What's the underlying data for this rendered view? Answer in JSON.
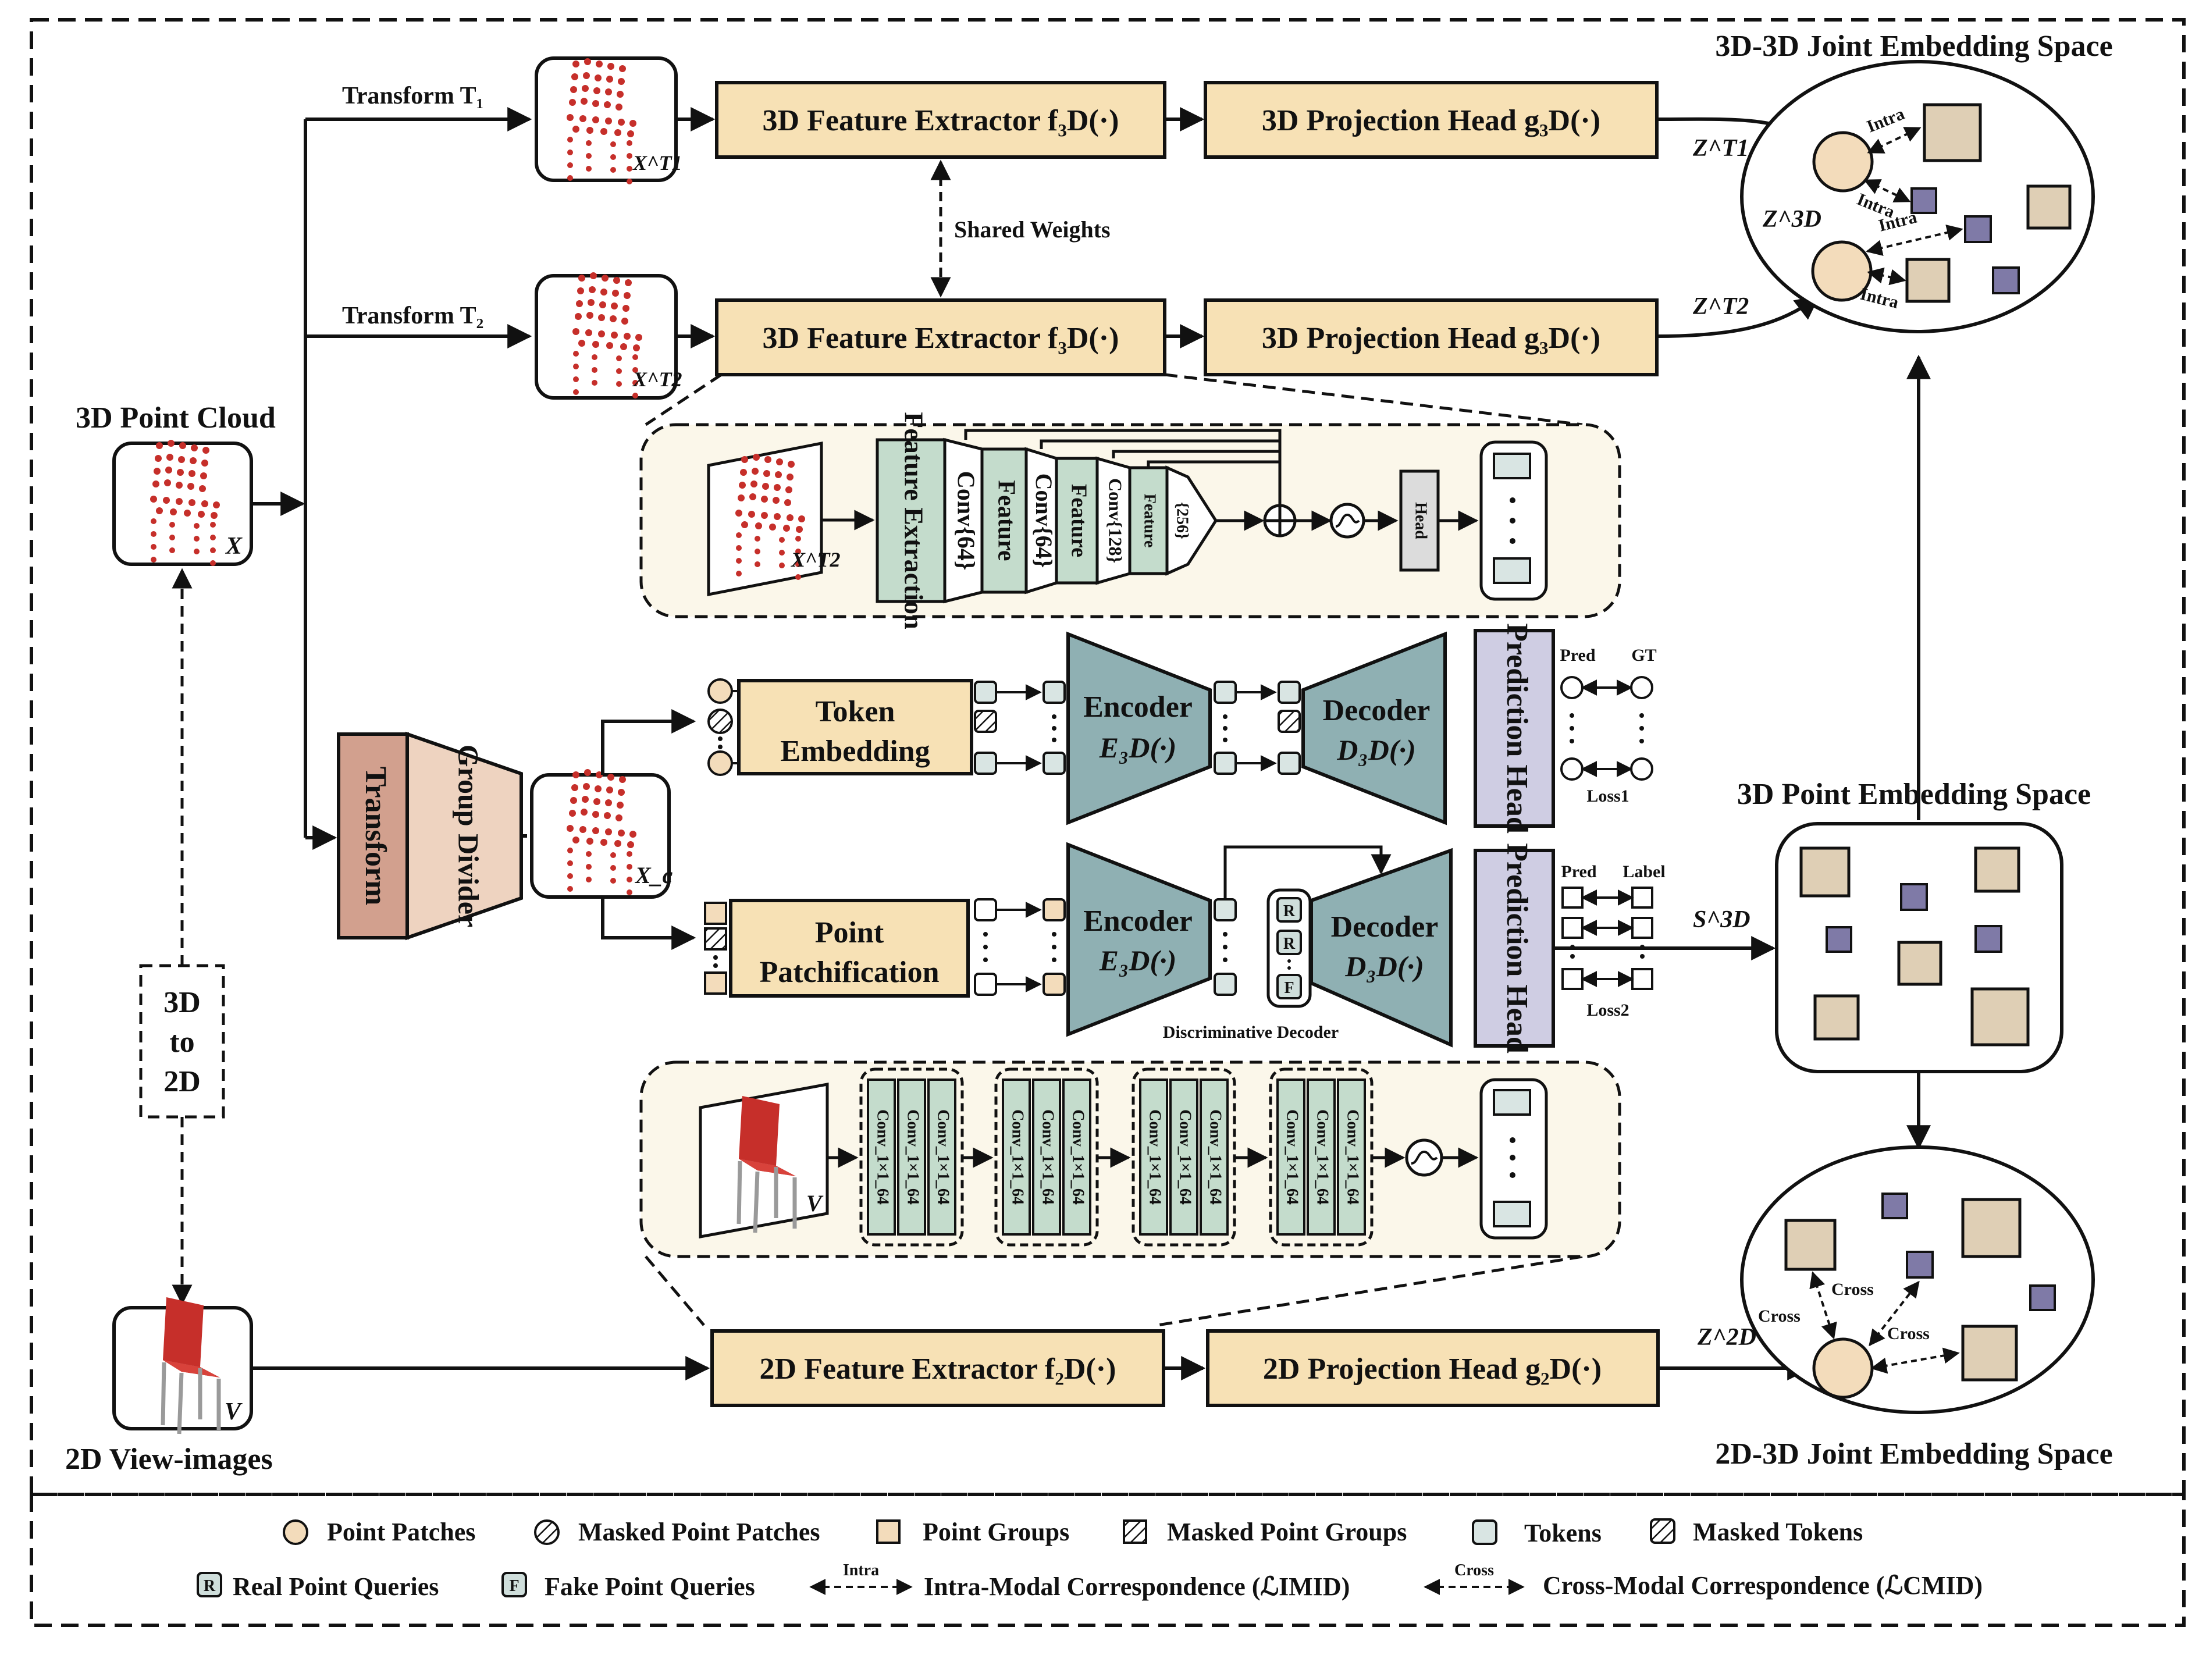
{
  "colors": {
    "stroke": "#111111",
    "box_fill": "#f7e1b5",
    "panel_fill": "#fbf7ea",
    "encoder_fill": "#8fb0b3",
    "pred_head_fill": "#cfcde3",
    "transform_fill": "#d2a08e",
    "divider_fill": "#eed3c0",
    "patch_fill": "#f3dcbb",
    "group_fill": "#dfcfb5",
    "token_fill": "#d9e5e3",
    "query_fill": "#cfdedb",
    "small_square_fill": "#7f7aa7",
    "conv_fill": "#c4dccc",
    "chair_red": "#c62f2a"
  },
  "top": {
    "transform_t1": "Transform T₁",
    "transform_t2": "Transform T₂",
    "img_t1_label": "X^T1",
    "img_t2_label": "X^T2",
    "extractor1": "3D Feature Extractor f₃D(·)",
    "extractor2": "3D Feature Extractor f₃D(·)",
    "proj1": "3D Projection Head g₃D(·)",
    "proj2": "3D Projection Head g₃D(·)",
    "shared_weights": "Shared Weights",
    "z_t1": "Z^T1",
    "z_t2": "Z^T2"
  },
  "left": {
    "point_cloud_title": "3D Point Cloud",
    "point_cloud_label": "X",
    "view_title": "2D View-images",
    "view_label": "V",
    "to2d": [
      "3D",
      "to",
      "2D"
    ]
  },
  "space3d3d": {
    "title": "3D-3D Joint Embedding Space",
    "z3d": "Z^3D",
    "intra": "Intra"
  },
  "panel1": {
    "input_label": "X^T2",
    "feature_extraction": "Feature Extraction",
    "conv64a": "Conv{64}",
    "feature_a": "Feature",
    "conv64b": "Conv{64}",
    "feature_b": "Feature",
    "conv128": "Conv{128}",
    "feature_c": "Feature",
    "conv256": "{256}",
    "head": "Head"
  },
  "mid": {
    "transform": "Transform",
    "group_divider": "Group Divider",
    "xc_label": "X_c",
    "token_embedding": "Token Embedding",
    "point_patchification": "Point Patchification",
    "encoder": "Encoder",
    "encoder_fn": "E₃D(·)",
    "decoder": "Decoder",
    "decoder_fn": "D₃D(·)",
    "prediction_head": "Prediction Head",
    "pred": "Pred",
    "gt": "GT",
    "label": "Label",
    "loss1": "Loss1",
    "loss2": "Loss2",
    "discriminative_decoder": "Discriminative Decoder",
    "s3d": "S^3D",
    "r": "R",
    "f": "F"
  },
  "space3d": {
    "title": "3D Point Embedding Space"
  },
  "panel2": {
    "input_label": "V",
    "conv": "Conv_1×1_64"
  },
  "bottom": {
    "extractor": "2D Feature Extractor f₂D(·)",
    "proj": "2D Projection Head  g₂D(·)",
    "z2d": "Z^2D"
  },
  "space2d3d": {
    "title": "2D-3D Joint Embedding Space",
    "cross": "Cross"
  },
  "legend": {
    "point_patches": "Point Patches",
    "masked_point_patches": "Masked Point Patches",
    "point_groups": "Point Groups",
    "masked_point_groups": "Masked Point Groups",
    "tokens": "Tokens",
    "masked_tokens": "Masked Tokens",
    "real_point_queries": "Real Point Queries",
    "fake_point_queries": "Fake Point Queries",
    "intra_small": "Intra",
    "intra_modal": "Intra-Modal Correspondence (ℒIMID)",
    "cross_small": "Cross",
    "cross_modal": "Cross-Modal Correspondence (ℒCMID)"
  }
}
